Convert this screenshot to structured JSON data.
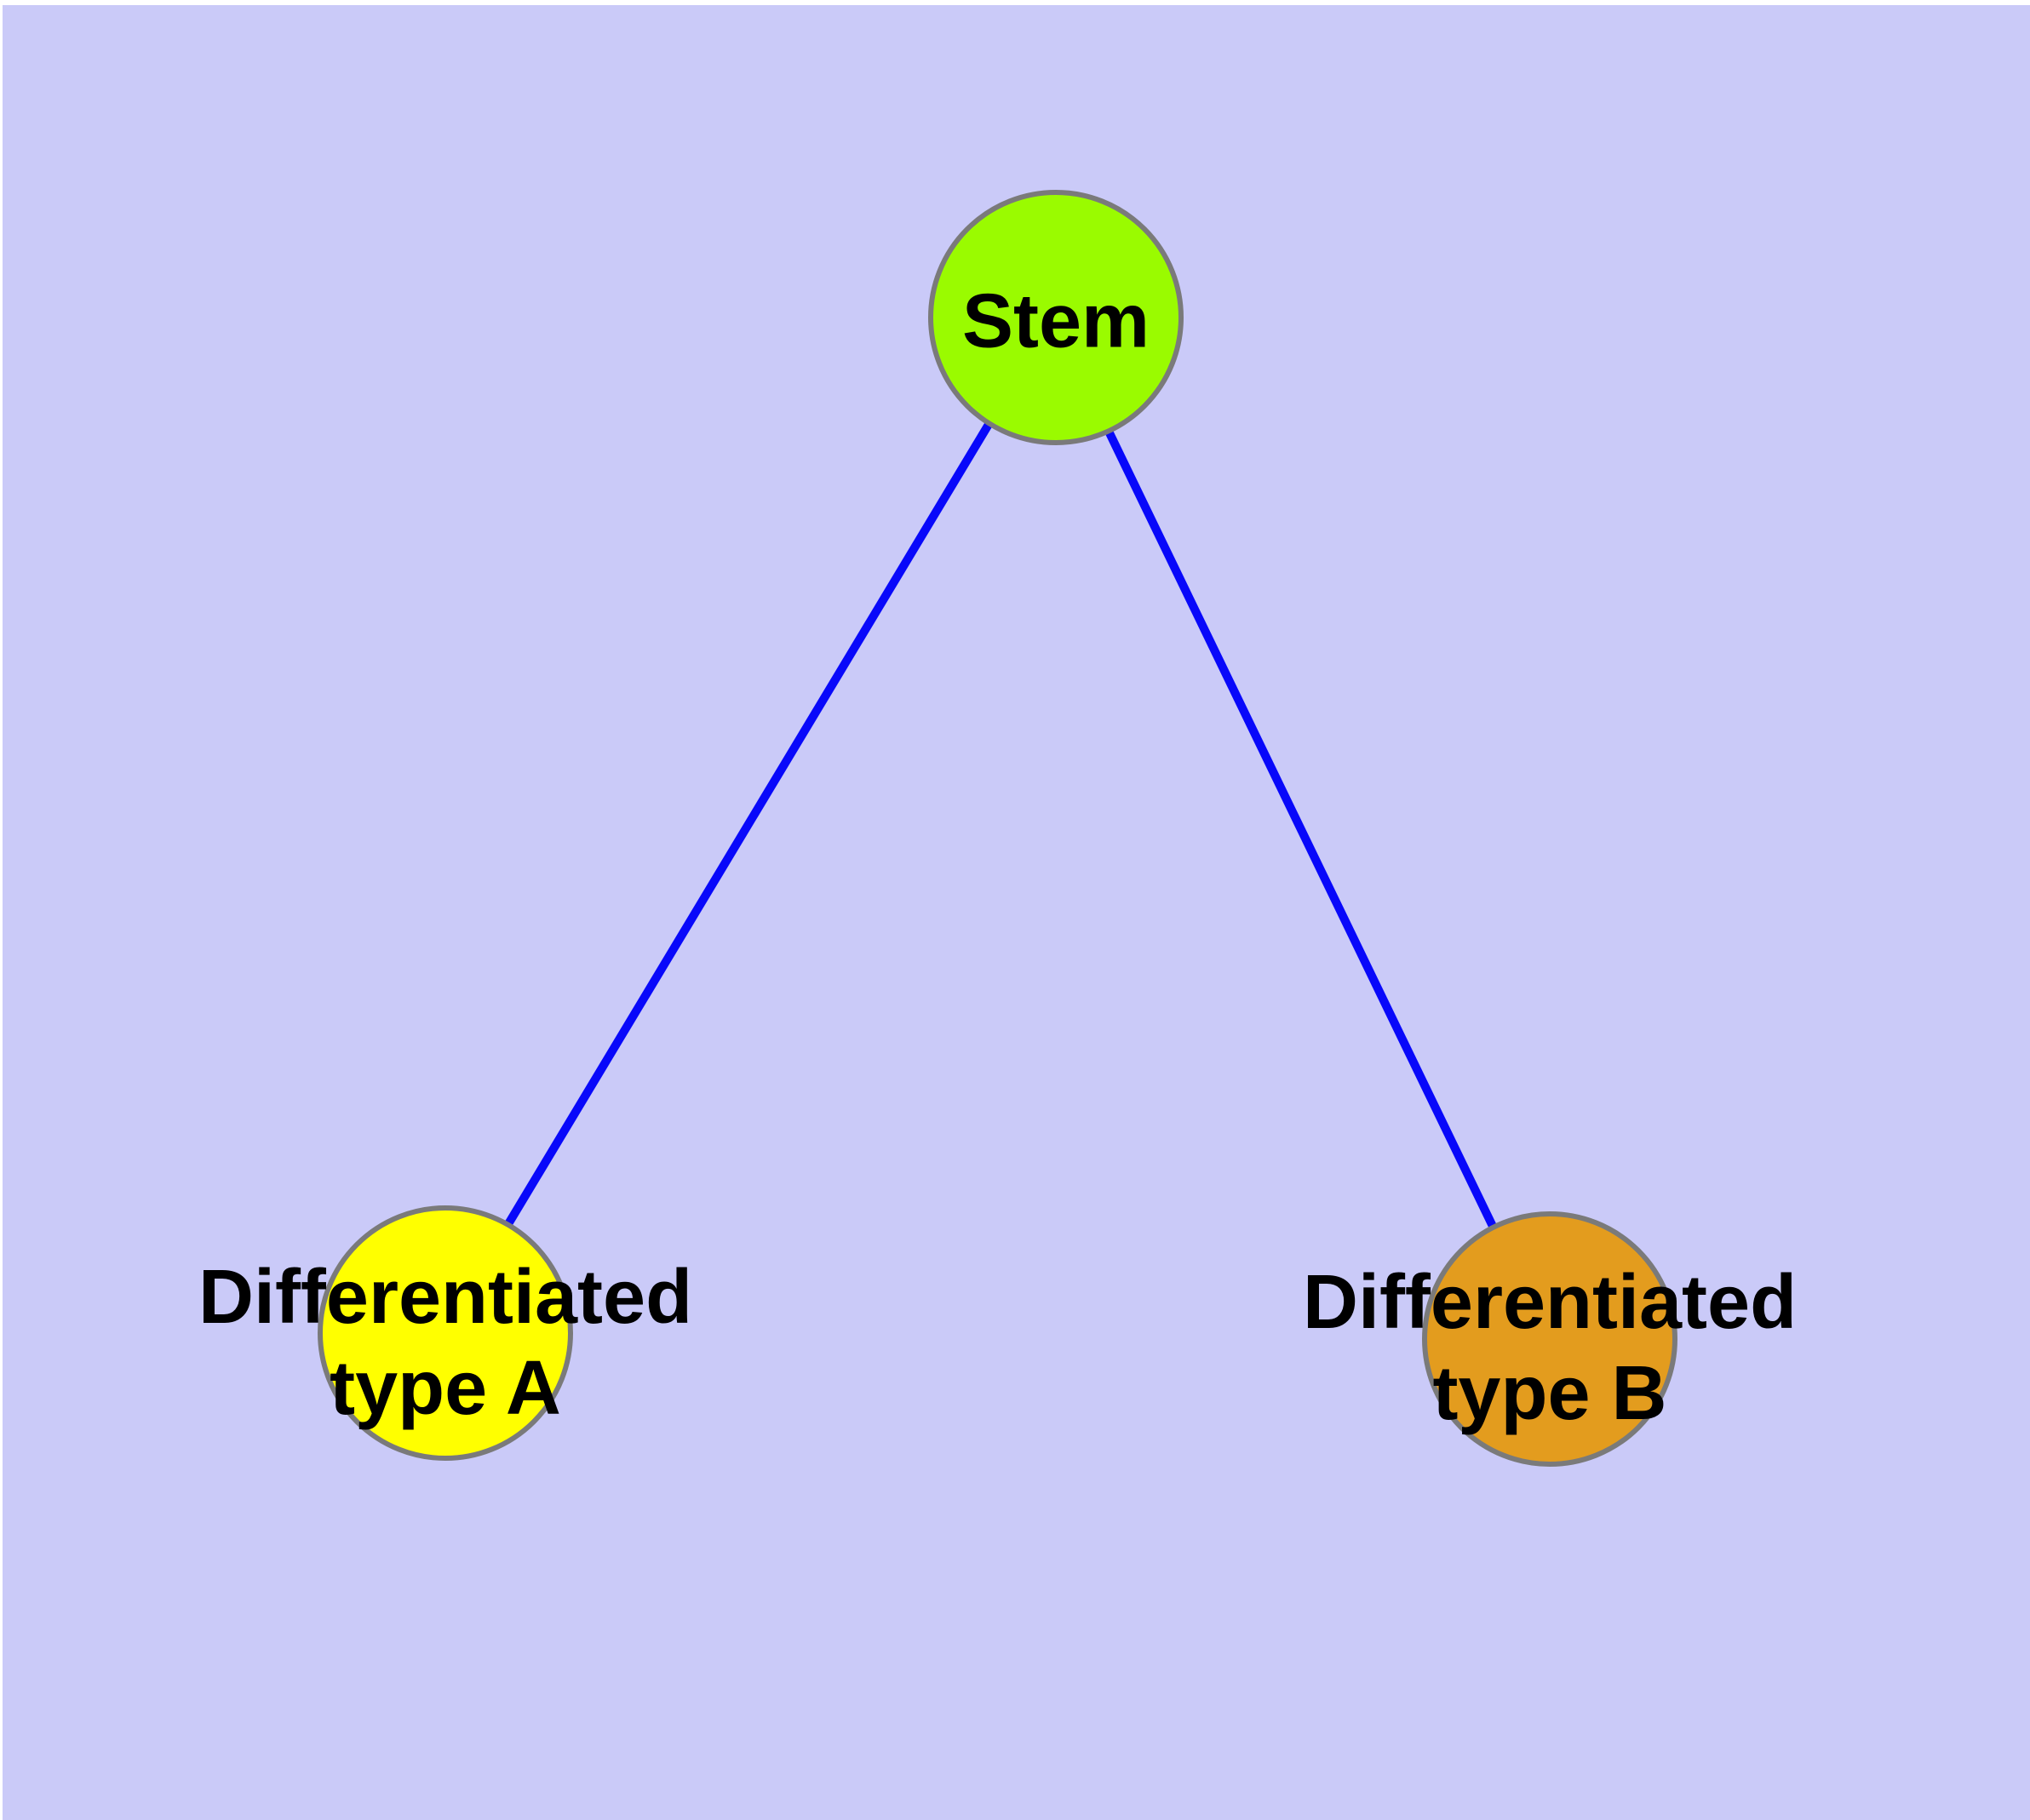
{
  "diagram": {
    "type": "graph",
    "background_color": "#cacaf8",
    "node_border_color": "#7a7a7a",
    "nodes": [
      {
        "id": "stem",
        "label": "Stem",
        "fill": "#9afb00"
      },
      {
        "id": "type-a",
        "label": "Differentiated\ntype A",
        "fill": "#ffff00"
      },
      {
        "id": "type-b",
        "label": "Differentiated\ntype B",
        "fill": "#e39c1e"
      }
    ],
    "edges": [
      {
        "from": "stem",
        "to": "type-a",
        "color": "#0808fa"
      },
      {
        "from": "stem",
        "to": "type-b",
        "color": "#0808fa"
      }
    ]
  }
}
